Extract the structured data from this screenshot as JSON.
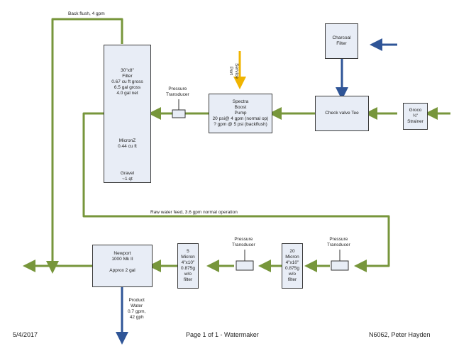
{
  "title": "Page 1 of 1 - Watermaker",
  "date": "5/4/2017",
  "author": "N6062, Peter Hayden",
  "colors": {
    "pipe": "#77963b",
    "flow_arrow": "#2f5597",
    "service_port": "#f0b400",
    "box_fill": "#e8edf6"
  },
  "labels": {
    "back_flush": "Back flush, 4 gpm",
    "raw_water_feed": "Raw water feed, 3.6 gpm normal operation",
    "service_port": "Service\nPort",
    "pressure_transducer": "Pressure\nTransducer",
    "product_water": "Product\nWater\n0.7 gpm,\n42 gph"
  },
  "components": {
    "filter_top": "30\"x8\"\nFilter\n0.67 cu ft gross\n6.5 gal gross\n4.0 gal net",
    "filter_mid": "MicronZ\n0.44 cu ft",
    "filter_bottom": "Gravel\n~1 qt",
    "charcoal_filter": "Charcoal\nFilter",
    "spectra_pump": "Spectra\nBoost\nPump\n20 psi@  4 gpm (normal op)\n? gpm @ 5 psi (backflush)",
    "check_valve_tee": "Check valve Tee",
    "groco_strainer": "Groco\n¾\"\nStrainer",
    "newport": "Newport\n1000 Mk II\n\nApprox 2 gal",
    "filter_5_micron": "5\nMicron\n4\"x10\"\n0.875g\nw/o\nfilter",
    "filter_20_micron": "20\nMicron\n4\"x10\"\n0.875g\nw/o\nfilter"
  }
}
